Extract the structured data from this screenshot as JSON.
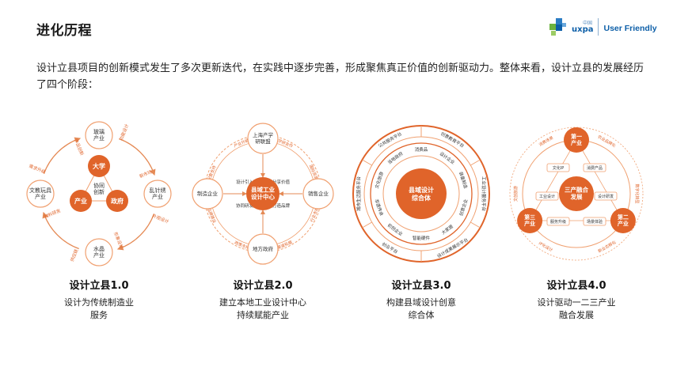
{
  "page": {
    "title": "进化历程",
    "intro": "设计立县项目的创新模式发生了多次更新迭代，在实践中逐步完善，形成聚焦真正价值的创新驱动力。整体来看，设计立县的发展经历了四个阶段："
  },
  "logo": {
    "uxpa": "uxpa",
    "uxpa_cn": "中国",
    "userfriendly": "User Friendly"
  },
  "colors": {
    "accent": "#e0642a",
    "accent_dark": "#c9531d",
    "ring": "#f0a070",
    "line": "#e58a55"
  },
  "stages": [
    {
      "title": "设计立县1.0",
      "desc": [
        "设计为传统制造业",
        "服务"
      ],
      "outer_nodes": [
        "玻璃\n产业",
        "乱针绣\n产业",
        "水晶\n产业",
        "文教玩具\n产业"
      ],
      "center_nodes": [
        "大学",
        "产业",
        "政府"
      ],
      "center_text": "协同\n创新",
      "arrow_labels": [
        "功能设计",
        "新市场",
        "外观设计",
        "形象设计",
        "供应链",
        "材料研发",
        "需求升级",
        "产品创新"
      ]
    },
    {
      "title": "设计立县2.0",
      "desc": [
        "建立本地工业设计中心",
        "持续赋能产业"
      ],
      "outer_nodes": [
        "上海产学\n研联盟",
        "销售企业",
        "地方政府",
        "制造企业"
      ],
      "center_label": "县域工业\n设计中心",
      "inner_labels": [
        "设计引入",
        "协同研发",
        "分享价值",
        "打造品牌"
      ],
      "ring_labels": [
        "产学研合作",
        "国际资源",
        "行业支撑",
        "渠道拓展",
        "政策支持",
        "品牌建设",
        "配套支持",
        "产业升级"
      ]
    },
    {
      "title": "设计立县3.0",
      "desc": [
        "构建县域设计创意",
        "综合体"
      ],
      "center_label": "县域设计\n综合体",
      "outer_ring": [
        "创意教育平台",
        "工业设计服务平台",
        "设计成果展示平台",
        "创业平台",
        "城市生活服务平台",
        "公共服务平台"
      ],
      "inner_ring": [
        "消费品",
        "设计企业",
        "装备制造",
        "创意企业",
        "大家居",
        "智能硬件",
        "初创企业",
        "非遗传承",
        "文化旅游",
        "当地政府"
      ]
    },
    {
      "title": "设计立县4.0",
      "desc": [
        "设计驱动一二三产业",
        "融合发展"
      ],
      "outer_nodes": [
        "第一\n产业",
        "第二\n产业",
        "第三\n产业"
      ],
      "center_label": "三产融合\n发展",
      "inner_tags": [
        "文化IP",
        "消费产品",
        "工业设计",
        "设计研发",
        "服务升级",
        "场景体验"
      ],
      "ring_labels": [
        "农业品牌化",
        "数字化转型",
        "新业态孵化",
        "IP化设计",
        "文创旅游",
        "消费场景"
      ]
    }
  ]
}
